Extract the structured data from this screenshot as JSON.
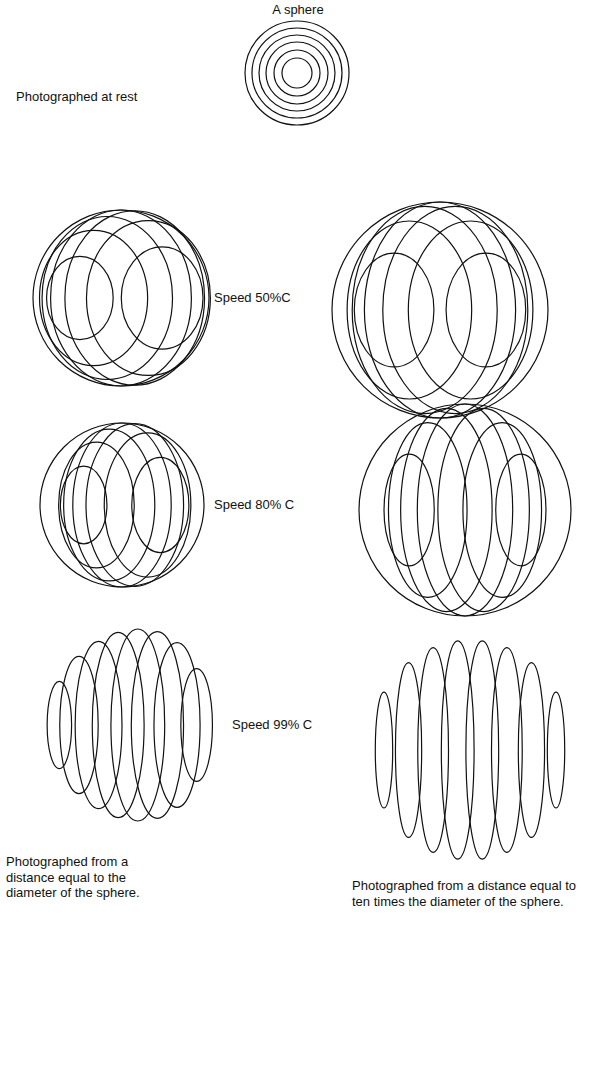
{
  "diagram": {
    "title": "A sphere",
    "labels": [
      "Photographed at rest",
      "Speed 50%C",
      "Speed 80% C",
      "Speed 99% C",
      "Photographed from a distance equal to the diameter of the sphere.",
      "Photographed from a distance equal to ten times the diameter of the sphere."
    ]
  }
}
